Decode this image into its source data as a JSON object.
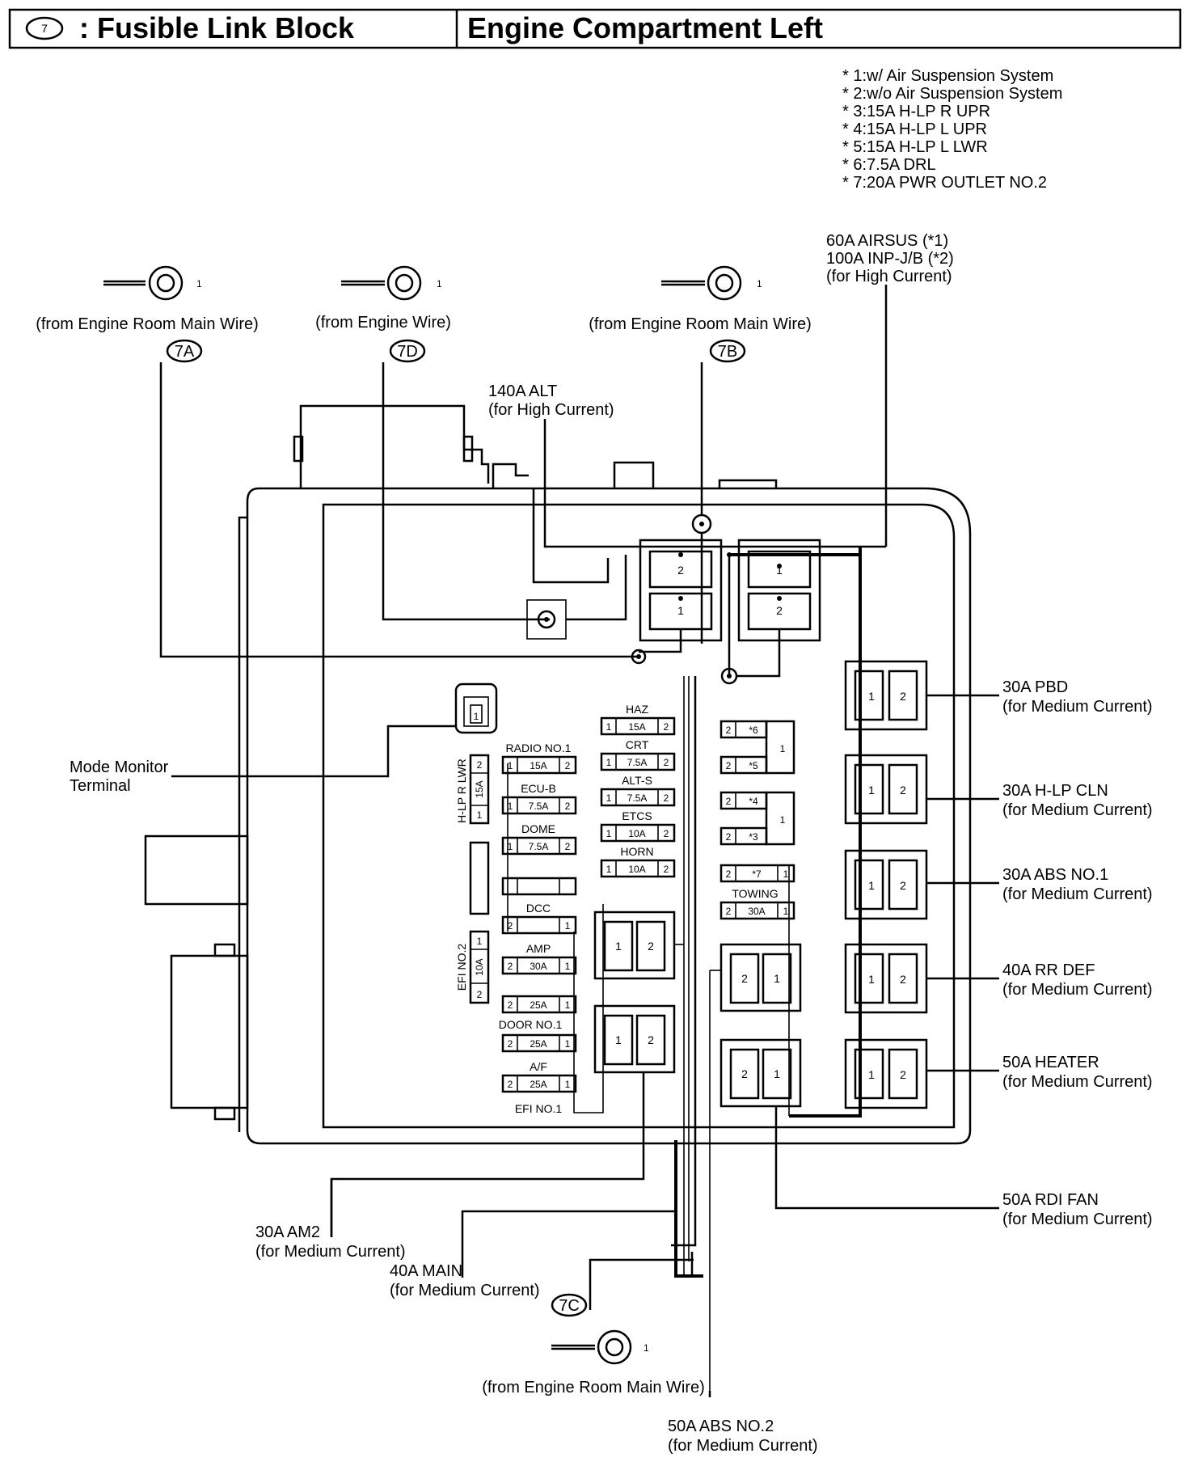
{
  "header": {
    "connector_code": "7",
    "title": ": Fusible Link Block",
    "location": "Engine Compartment Left"
  },
  "notes": [
    "* 1:w/ Air Suspension System",
    "* 2:w/o Air Suspension System",
    "* 3:15A H-LP R UPR",
    "* 4:15A H-LP L UPR",
    "* 5:15A H-LP L LWR",
    "* 6:7.5A DRL",
    "* 7:20A PWR OUTLET NO.2"
  ],
  "terminals": {
    "t7a": {
      "code": "7A",
      "from": "(from Engine Room Main Wire)",
      "pin": "1"
    },
    "t7d": {
      "code": "7D",
      "from": "(from Engine Wire)",
      "pin": "1"
    },
    "t7b": {
      "code": "7B",
      "from": "(from Engine Room Main Wire)",
      "pin": "1"
    },
    "t7c": {
      "code": "7C",
      "from": "(from Engine Room Main Wire)",
      "pin": "1"
    }
  },
  "high_current": {
    "airsus": [
      "60A AIRSUS (*1)",
      "100A INP-J/B (*2)",
      "(for High Current)"
    ],
    "alt": [
      "140A ALT",
      "(for High Current)"
    ]
  },
  "mode_monitor": [
    "Mode Monitor",
    "Terminal"
  ],
  "medium_right": [
    {
      "name": "30A PBD",
      "sub": "(for Medium Current)"
    },
    {
      "name": "30A H-LP CLN",
      "sub": "(for Medium Current)"
    },
    {
      "name": "30A ABS NO.1",
      "sub": "(for Medium Current)"
    },
    {
      "name": "40A RR DEF",
      "sub": "(for Medium Current)"
    },
    {
      "name": "50A HEATER",
      "sub": "(for Medium Current)"
    },
    {
      "name": "50A RDI FAN",
      "sub": "(for Medium Current)"
    }
  ],
  "medium_bottom": {
    "am2": [
      "30A AM2",
      "(for Medium Current)"
    ],
    "main": [
      "40A MAIN",
      "(for Medium Current)"
    ],
    "abs2": [
      "50A ABS NO.2",
      "(for Medium Current)"
    ]
  },
  "left_fuses": [
    {
      "label": "RADIO NO.1",
      "left": "1",
      "amp": "15A",
      "right": "2"
    },
    {
      "label": "ECU-B",
      "left": "1",
      "amp": "7.5A",
      "right": "2"
    },
    {
      "label": "DOME",
      "left": "1",
      "amp": "7.5A",
      "right": "2"
    },
    {
      "label": "DCC",
      "left": "2",
      "amp": "",
      "right": "1"
    },
    {
      "label": "AMP",
      "left": "2",
      "amp": "30A",
      "right": "1"
    },
    {
      "label": "",
      "left": "2",
      "amp": "25A",
      "right": "1"
    },
    {
      "label": "DOOR NO.1",
      "left": "2",
      "amp": "25A",
      "right": "1"
    },
    {
      "label": "A/F",
      "left": "2",
      "amp": "25A",
      "right": "1"
    }
  ],
  "efi_no1": "EFI NO.1",
  "vertical_fuses": {
    "hlp_r_lwr": {
      "label": "H-LP R LWR",
      "top": "2",
      "amp": "15A",
      "bottom": "1"
    },
    "efi_no2": {
      "label": "EFI NO.2",
      "top": "1",
      "amp": "10A",
      "bottom": "2"
    }
  },
  "mid_fuses": [
    {
      "label": "HAZ",
      "left": "1",
      "amp": "15A",
      "right": "2"
    },
    {
      "label": "CRT",
      "left": "1",
      "amp": "7.5A",
      "right": "2"
    },
    {
      "label": "ALT-S",
      "left": "1",
      "amp": "7.5A",
      "right": "2"
    },
    {
      "label": "ETCS",
      "left": "1",
      "amp": "10A",
      "right": "2"
    },
    {
      "label": "HORN",
      "left": "1",
      "amp": "10A",
      "right": "2"
    }
  ],
  "star_fuses": [
    {
      "left": "2",
      "amp": "*6"
    },
    {
      "left": "2",
      "amp": "*5"
    },
    {
      "left": "2",
      "amp": "*4"
    },
    {
      "left": "2",
      "amp": "*3"
    }
  ],
  "common_pin": "1",
  "star7": {
    "left": "2",
    "amp": "*7",
    "right": "1"
  },
  "towing": {
    "label": "TOWING",
    "left": "2",
    "amp": "30A",
    "right": "1"
  },
  "pins": {
    "one": "1",
    "two": "2"
  }
}
